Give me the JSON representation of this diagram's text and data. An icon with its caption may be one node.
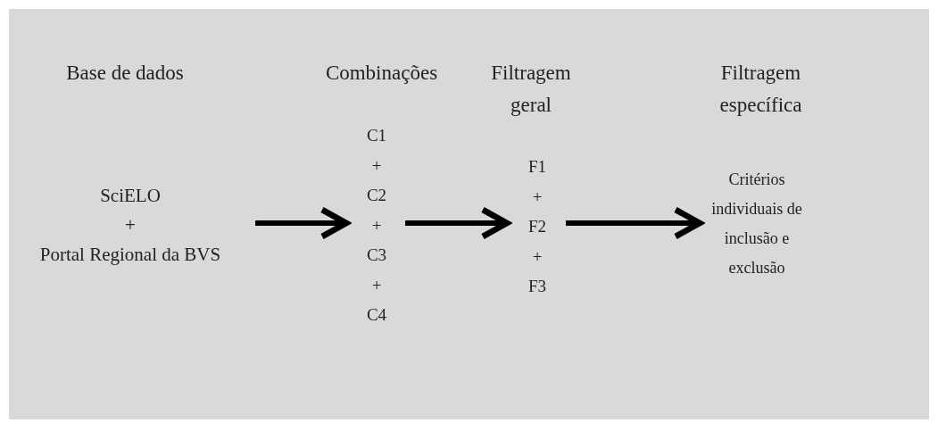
{
  "diagram": {
    "nodes": [
      {
        "text": [
          "SciELO",
          "+",
          "Portal Regional da BVS"
        ]
      },
      {
        "text": [
          "C1",
          "+",
          "C2",
          "+",
          "C3",
          "+",
          "C4"
        ]
      },
      {
        "text": [
          "F1",
          "+",
          "F2",
          "+",
          "F3"
        ]
      },
      {
        "text": [
          "Critérios individuais de inclusão e exclusão"
        ]
      }
    ],
    "edges": [
      {
        "from": 0,
        "to": 1,
        "arrow": "to"
      },
      {
        "from": 1,
        "to": 2,
        "arrow": "to"
      },
      {
        "from": 2,
        "to": 3,
        "arrow": "to"
      }
    ],
    "labels": [
      "Base de dados",
      "Combinações",
      "Filtragem geral",
      "Filtragem específica"
    ]
  }
}
